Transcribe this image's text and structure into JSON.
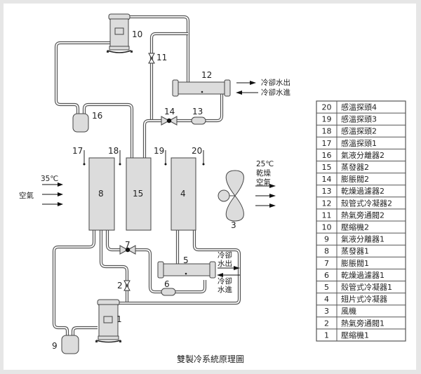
{
  "title": "雙製冷系統原理圖",
  "component_labels": {
    "c1": "1",
    "c2": "2",
    "c3": "3",
    "c4": "4",
    "c5": "5",
    "c6": "6",
    "c7": "7",
    "c8": "8",
    "c9": "9",
    "c10": "10",
    "c11": "11",
    "c12": "12",
    "c13": "13",
    "c14": "14",
    "c15": "15",
    "c16": "16",
    "c17": "17",
    "c18": "18",
    "c19": "19",
    "c20": "20"
  },
  "annotations": {
    "inlet_temp": "35℃",
    "inlet_air": "空氣",
    "outlet_temp": "25℃",
    "outlet_dry": "乾燥",
    "outlet_air": "空氣",
    "water_out_top": "冷卻水出",
    "water_in_top": "冷卻水進",
    "water_out_l1": "冷卻",
    "water_out_l2": "水出",
    "water_in_l1": "冷卻",
    "water_in_l2": "水進"
  },
  "legend": [
    {
      "num": "20",
      "name": "感溫探頭4"
    },
    {
      "num": "19",
      "name": "感溫探頭3"
    },
    {
      "num": "18",
      "name": "感溫探頭2"
    },
    {
      "num": "17",
      "name": "感溫探頭1"
    },
    {
      "num": "16",
      "name": "氣液分離器2"
    },
    {
      "num": "15",
      "name": "蒸發器2"
    },
    {
      "num": "14",
      "name": "膨脹閥2"
    },
    {
      "num": "13",
      "name": "乾燥過濾器2"
    },
    {
      "num": "12",
      "name": "殼管式冷凝器2"
    },
    {
      "num": "11",
      "name": "熱氣旁通閥2"
    },
    {
      "num": "10",
      "name": "壓縮機2"
    },
    {
      "num": "9",
      "name": "氣液分離器1"
    },
    {
      "num": "8",
      "name": "蒸發器1"
    },
    {
      "num": "7",
      "name": "膨脹閥1"
    },
    {
      "num": "6",
      "name": "乾燥過濾器1"
    },
    {
      "num": "5",
      "name": "殼管式冷凝器1"
    },
    {
      "num": "4",
      "name": "翅片式冷凝器"
    },
    {
      "num": "3",
      "name": "風機"
    },
    {
      "num": "2",
      "name": "熱氣旁通閥1"
    },
    {
      "num": "1",
      "name": "壓縮機1"
    }
  ]
}
